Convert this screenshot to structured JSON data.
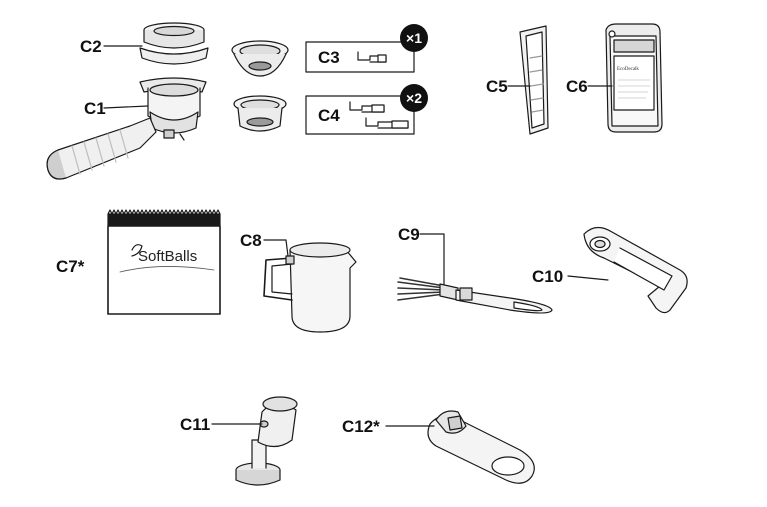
{
  "components": [
    {
      "id": "C1",
      "label": "C1"
    },
    {
      "id": "C2",
      "label": "C2"
    },
    {
      "id": "C3",
      "label": "C3",
      "quantity": "×1"
    },
    {
      "id": "C4",
      "label": "C4",
      "quantity": "×2"
    },
    {
      "id": "C5",
      "label": "C5"
    },
    {
      "id": "C6",
      "label": "C6",
      "package_text": "EcoDecalk"
    },
    {
      "id": "C7",
      "label": "C7*",
      "package_text": "SoftBalls"
    },
    {
      "id": "C8",
      "label": "C8"
    },
    {
      "id": "C9",
      "label": "C9"
    },
    {
      "id": "C10",
      "label": "C10"
    },
    {
      "id": "C11",
      "label": "C11"
    },
    {
      "id": "C12",
      "label": "C12*"
    }
  ]
}
